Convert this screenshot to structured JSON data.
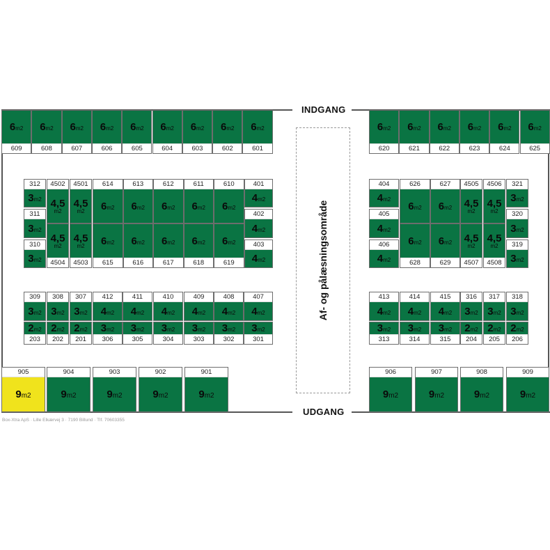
{
  "gates": {
    "entrance": "INDGANG",
    "exit": "UDGANG"
  },
  "loading_area": "Af- og pålæsningsområde",
  "footer": "Box-Xtra ApS · Lille Elkærvej 3 · 7190 Billund · Tlf. 70603355",
  "status_colors": {
    "available": "#0a7443",
    "highlighted": "#f0e31c"
  },
  "unit_label": "m2",
  "units": [
    {
      "id": "609",
      "size": "6",
      "status": "available"
    },
    {
      "id": "608",
      "size": "6",
      "status": "available"
    },
    {
      "id": "607",
      "size": "6",
      "status": "available"
    },
    {
      "id": "606",
      "size": "6",
      "status": "available"
    },
    {
      "id": "605",
      "size": "6",
      "status": "available"
    },
    {
      "id": "604",
      "size": "6",
      "status": "available"
    },
    {
      "id": "603",
      "size": "6",
      "status": "available"
    },
    {
      "id": "602",
      "size": "6",
      "status": "available"
    },
    {
      "id": "601",
      "size": "6",
      "status": "available"
    },
    {
      "id": "620",
      "size": "6",
      "status": "available"
    },
    {
      "id": "621",
      "size": "6",
      "status": "available"
    },
    {
      "id": "622",
      "size": "6",
      "status": "available"
    },
    {
      "id": "623",
      "size": "6",
      "status": "available"
    },
    {
      "id": "624",
      "size": "6",
      "status": "available"
    },
    {
      "id": "625",
      "size": "6",
      "status": "available"
    },
    {
      "id": "312",
      "size": "3",
      "status": "available"
    },
    {
      "id": "311",
      "size": "3",
      "status": "available"
    },
    {
      "id": "310",
      "size": "3",
      "status": "available"
    },
    {
      "id": "4502",
      "size": "4,5",
      "status": "available"
    },
    {
      "id": "4504",
      "size": "4,5",
      "status": "available"
    },
    {
      "id": "4501",
      "size": "4,5",
      "status": "available"
    },
    {
      "id": "4503",
      "size": "4,5",
      "status": "available"
    },
    {
      "id": "614",
      "size": "6",
      "status": "available"
    },
    {
      "id": "613",
      "size": "6",
      "status": "available"
    },
    {
      "id": "612",
      "size": "6",
      "status": "available"
    },
    {
      "id": "611",
      "size": "6",
      "status": "available"
    },
    {
      "id": "610",
      "size": "6",
      "status": "available"
    },
    {
      "id": "615",
      "size": "6",
      "status": "available"
    },
    {
      "id": "616",
      "size": "6",
      "status": "available"
    },
    {
      "id": "617",
      "size": "6",
      "status": "available"
    },
    {
      "id": "618",
      "size": "6",
      "status": "available"
    },
    {
      "id": "619",
      "size": "6",
      "status": "available"
    },
    {
      "id": "401",
      "size": "4",
      "status": "available"
    },
    {
      "id": "402",
      "size": "4",
      "status": "available"
    },
    {
      "id": "403",
      "size": "4",
      "status": "available"
    },
    {
      "id": "404",
      "size": "4",
      "status": "available"
    },
    {
      "id": "405",
      "size": "4",
      "status": "available"
    },
    {
      "id": "406",
      "size": "4",
      "status": "available"
    },
    {
      "id": "626",
      "size": "6",
      "status": "available"
    },
    {
      "id": "628",
      "size": "6",
      "status": "available"
    },
    {
      "id": "627",
      "size": "6",
      "status": "available"
    },
    {
      "id": "629",
      "size": "6",
      "status": "available"
    },
    {
      "id": "4505",
      "size": "4,5",
      "status": "available"
    },
    {
      "id": "4507",
      "size": "4,5",
      "status": "available"
    },
    {
      "id": "4506",
      "size": "4,5",
      "status": "available"
    },
    {
      "id": "4508",
      "size": "4,5",
      "status": "available"
    },
    {
      "id": "321",
      "size": "3",
      "status": "available"
    },
    {
      "id": "320",
      "size": "3",
      "status": "available"
    },
    {
      "id": "319",
      "size": "3",
      "status": "available"
    },
    {
      "id": "309",
      "size": "3",
      "status": "available"
    },
    {
      "id": "308",
      "size": "3",
      "status": "available"
    },
    {
      "id": "307",
      "size": "3",
      "status": "available"
    },
    {
      "id": "412",
      "size": "4",
      "status": "available"
    },
    {
      "id": "411",
      "size": "4",
      "status": "available"
    },
    {
      "id": "410",
      "size": "4",
      "status": "available"
    },
    {
      "id": "409",
      "size": "4",
      "status": "available"
    },
    {
      "id": "408",
      "size": "4",
      "status": "available"
    },
    {
      "id": "407",
      "size": "4",
      "status": "available"
    },
    {
      "id": "203",
      "size": "2",
      "status": "available"
    },
    {
      "id": "202",
      "size": "2",
      "status": "available"
    },
    {
      "id": "201",
      "size": "2",
      "status": "available"
    },
    {
      "id": "306",
      "size": "3",
      "status": "available"
    },
    {
      "id": "305",
      "size": "3",
      "status": "available"
    },
    {
      "id": "304",
      "size": "3",
      "status": "available"
    },
    {
      "id": "303",
      "size": "3",
      "status": "available"
    },
    {
      "id": "302",
      "size": "3",
      "status": "available"
    },
    {
      "id": "301",
      "size": "3",
      "status": "available"
    },
    {
      "id": "413",
      "size": "4",
      "status": "available"
    },
    {
      "id": "414",
      "size": "4",
      "status": "available"
    },
    {
      "id": "415",
      "size": "4",
      "status": "available"
    },
    {
      "id": "316",
      "size": "3",
      "status": "available"
    },
    {
      "id": "317",
      "size": "3",
      "status": "available"
    },
    {
      "id": "318",
      "size": "3",
      "status": "available"
    },
    {
      "id": "313",
      "size": "3",
      "status": "available"
    },
    {
      "id": "314",
      "size": "3",
      "status": "available"
    },
    {
      "id": "315",
      "size": "3",
      "status": "available"
    },
    {
      "id": "204",
      "size": "2",
      "status": "available"
    },
    {
      "id": "205",
      "size": "2",
      "status": "available"
    },
    {
      "id": "206",
      "size": "2",
      "status": "available"
    },
    {
      "id": "905",
      "size": "9",
      "status": "highlighted"
    },
    {
      "id": "904",
      "size": "9",
      "status": "available"
    },
    {
      "id": "903",
      "size": "9",
      "status": "available"
    },
    {
      "id": "902",
      "size": "9",
      "status": "available"
    },
    {
      "id": "901",
      "size": "9",
      "status": "available"
    },
    {
      "id": "906",
      "size": "9",
      "status": "available"
    },
    {
      "id": "907",
      "size": "9",
      "status": "available"
    },
    {
      "id": "908",
      "size": "9",
      "status": "available"
    },
    {
      "id": "909",
      "size": "9",
      "status": "available"
    }
  ]
}
